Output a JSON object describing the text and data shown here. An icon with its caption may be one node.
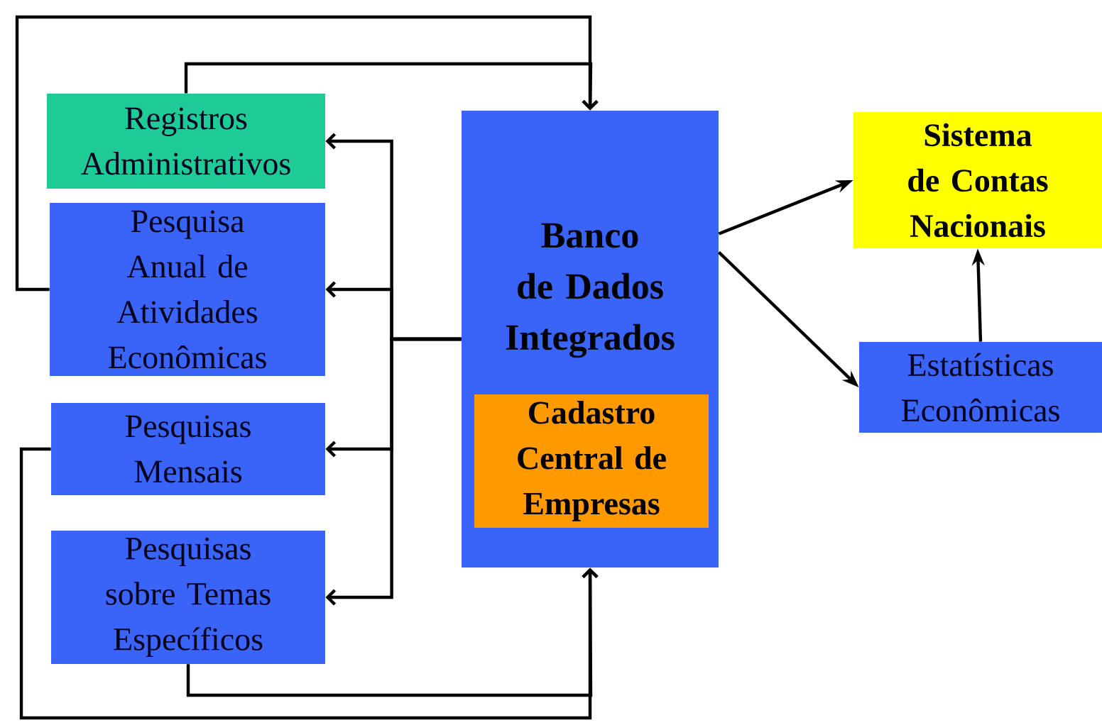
{
  "diagram": {
    "nodes": [
      {
        "text": [
          "Registros Administrativos"
        ]
      },
      {
        "text": [
          "Pesquisa Anual de Atividades Econômicas"
        ]
      },
      {
        "text": [
          "Pesquisas Mensais"
        ]
      },
      {
        "text": [
          "Pesquisas sobre Temas Específicos"
        ]
      },
      {
        "text": [
          "Banco de Dados Integrados"
        ]
      },
      {
        "text": [
          "Cadastro Central de Empresas"
        ],
        "in": 4
      },
      {
        "text": [
          "Sistema de Contas Nacionais"
        ]
      },
      {
        "text": [
          "Estatísticas Econômicas"
        ]
      }
    ],
    "edges": [
      {
        "from": 4,
        "to": 0,
        "arrow": "to"
      },
      {
        "from": 4,
        "to": 1,
        "arrow": "to"
      },
      {
        "from": 4,
        "to": 2,
        "arrow": "to"
      },
      {
        "from": 4,
        "to": 3,
        "arrow": "to"
      },
      {
        "from": 1,
        "to": 4,
        "arrow": "to"
      },
      {
        "from": 0,
        "to": 4,
        "arrow": "to"
      },
      {
        "from": 2,
        "to": 4,
        "arrow": "to"
      },
      {
        "from": 3,
        "to": 4,
        "arrow": "to"
      },
      {
        "from": 4,
        "to": 6,
        "arrow": "to"
      },
      {
        "from": 4,
        "to": 7,
        "arrow": "to"
      },
      {
        "from": 7,
        "to": 6,
        "arrow": "to"
      }
    ]
  }
}
